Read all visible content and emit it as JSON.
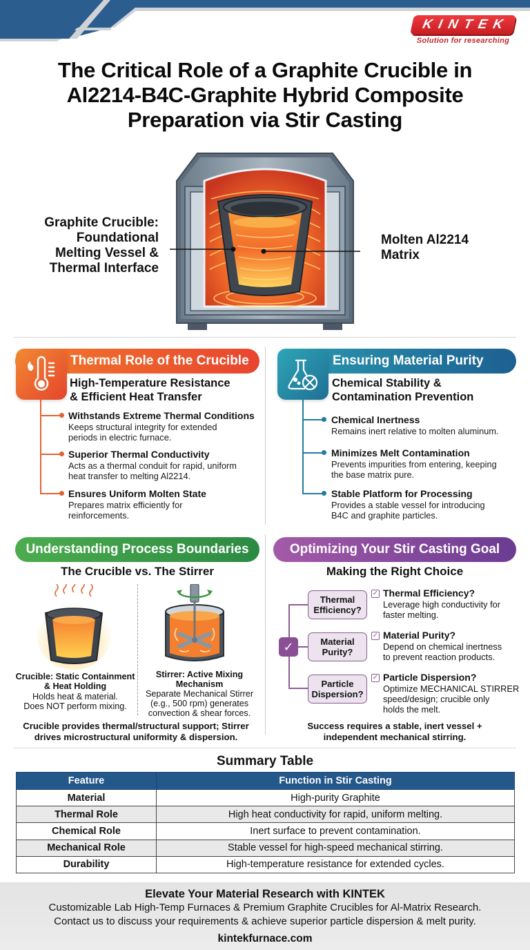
{
  "brand": {
    "logo_text": "KINTEK",
    "tagline": "Solution for researching",
    "colors": {
      "banner_blue": "#2c5d8f",
      "logo_red": "#d8262b"
    }
  },
  "title": {
    "line1": "The Critical Role of a Graphite Crucible in",
    "line2": "Al2214-B4C-Graphite Hybrid Composite",
    "line3": "Preparation via Stir Casting"
  },
  "hero": {
    "left_label": [
      "Graphite Crucible:",
      "Foundational",
      "Melting Vessel &",
      "Thermal Interface"
    ],
    "right_label": [
      "Molten Al2214",
      "Matrix"
    ],
    "icon": "furnace-crucible-illustration"
  },
  "thermal": {
    "header": "Thermal Role of the Crucible",
    "icon": "thermometer-flame-icon",
    "subtitle": [
      "High-Temperature Resistance",
      "& Efficient Heat Transfer"
    ],
    "color": "#ec5f2c",
    "items": [
      {
        "title": "Withstands Extreme Thermal Conditions",
        "desc": [
          "Keeps structural integrity for extended",
          "periods in electric furnace."
        ]
      },
      {
        "title": "Superior Thermal Conductivity",
        "desc": [
          "Acts as a thermal conduit for rapid, uniform",
          "heat transfer to melting Al2214."
        ]
      },
      {
        "title": "Ensures Uniform Molten State",
        "desc": [
          "Prepares matrix efficiently for",
          "reinforcements."
        ]
      }
    ]
  },
  "purity": {
    "header": "Ensuring Material Purity",
    "icon": "flask-no-contamination-icon",
    "subtitle": [
      "Chemical Stability &",
      "Contamination Prevention"
    ],
    "color": "#237a9f",
    "items": [
      {
        "title": "Chemical Inertness",
        "desc": [
          "Remains inert relative to molten aluminum."
        ]
      },
      {
        "title": "Minimizes Melt Contamination",
        "desc": [
          "Prevents impurities from entering, keeping",
          "the base matrix pure."
        ]
      },
      {
        "title": "Stable Platform for Processing",
        "desc": [
          "Provides a stable vessel for introducing",
          "B4C and graphite particles."
        ]
      }
    ]
  },
  "boundaries": {
    "header": "Understanding Process Boundaries",
    "subtitle": "The Crucible vs. The Stirrer",
    "crucible": {
      "title": [
        "Crucible: Static Containment",
        "& Heat Holding"
      ],
      "desc": [
        "Holds heat & material.",
        "Does NOT perform mixing."
      ]
    },
    "stirrer": {
      "title": [
        "Stirrer: Active Mixing",
        "Mechanism"
      ],
      "desc": [
        "Separate Mechanical Stirrer",
        "(e.g., 500 rpm) generates",
        "convection & shear forces."
      ]
    },
    "note": [
      "Crucible provides thermal/structural support; Stirrer",
      "drives microstructural uniformity & dispersion."
    ]
  },
  "optimizing": {
    "header": "Optimizing Your Stir Casting Goal",
    "subtitle": "Making the Right Choice",
    "choices": [
      {
        "box": [
          "Thermal",
          "Efficiency?"
        ],
        "title": "Thermal Efficiency?",
        "desc": [
          "Leverage high conductivity for",
          "faster melting."
        ]
      },
      {
        "box": [
          "Material",
          "Purity?"
        ],
        "title": "Material Purity?",
        "desc": [
          "Depend on chemical inertness",
          "to prevent reaction products."
        ]
      },
      {
        "box": [
          "Particle",
          "Dispersion?"
        ],
        "title": "Particle Dispersion?",
        "desc": [
          "Optimize MECHANICAL STIRRER",
          "speed/design; crucible only",
          "holds the melt."
        ]
      }
    ],
    "note": [
      "Success requires a stable, inert vessel +",
      "independent mechanical stirring."
    ]
  },
  "summary_table": {
    "title": "Summary Table",
    "columns": [
      "Feature",
      "Function in Stir Casting"
    ],
    "rows": [
      [
        "Material",
        "High-purity Graphite"
      ],
      [
        "Thermal Role",
        "High heat conductivity for rapid, uniform melting."
      ],
      [
        "Chemical Role",
        "Inert surface to prevent contamination."
      ],
      [
        "Mechanical Role",
        "Stable vessel for high-speed mechanical stirring."
      ],
      [
        "Durability",
        "High-temperature resistance for extended cycles."
      ]
    ]
  },
  "footer": {
    "headline": "Elevate Your Material Research with KINTEK",
    "line1": "Customizable Lab High-Temp Furnaces & Premium Graphite Crucibles for Al-Matrix Research.",
    "line2": "Contact us to discuss your requirements & achieve superior particle dispersion & melt purity.",
    "url": "kintekfurnace.com"
  }
}
